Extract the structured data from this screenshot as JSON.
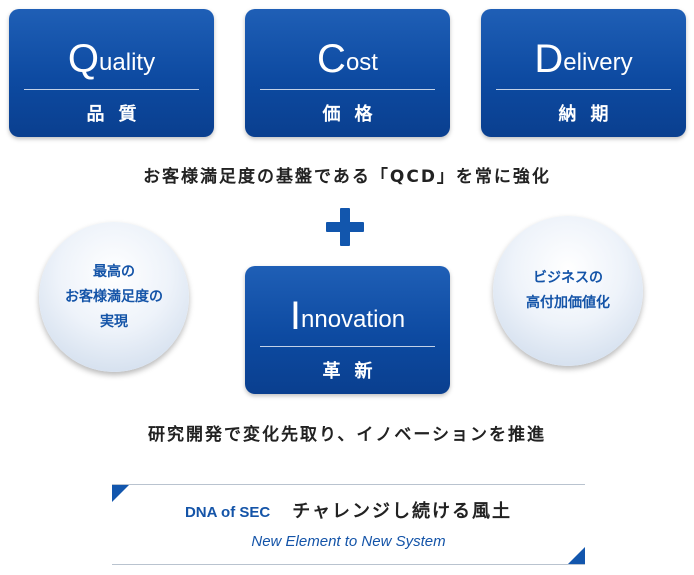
{
  "qcd_cards": [
    {
      "initial": "Q",
      "rest": "uality",
      "jp": "品質"
    },
    {
      "initial": "C",
      "rest": "ost",
      "jp": "価格"
    },
    {
      "initial": "D",
      "rest": "elivery",
      "jp": "納期"
    }
  ],
  "qcd_caption": "お客様満足度の基盤である「QCD」を常に強化",
  "left_circle": {
    "lines": [
      "最高の",
      "お客様満足度の",
      "実現"
    ]
  },
  "innovation_card": {
    "initial": "I",
    "rest": "nnovation",
    "jp": "革新"
  },
  "right_circle": {
    "lines": [
      "ビジネスの",
      "高付加価値化"
    ]
  },
  "innovation_caption": "研究開発で変化先取り、イノベーションを推進",
  "banner": {
    "dna_label": "DNA of SEC",
    "title": "チャレンジし続ける風土",
    "subtitle": "New Element to New System"
  },
  "colors": {
    "brand_blue": "#0d4aa1",
    "accent_blue": "#1454a8"
  }
}
